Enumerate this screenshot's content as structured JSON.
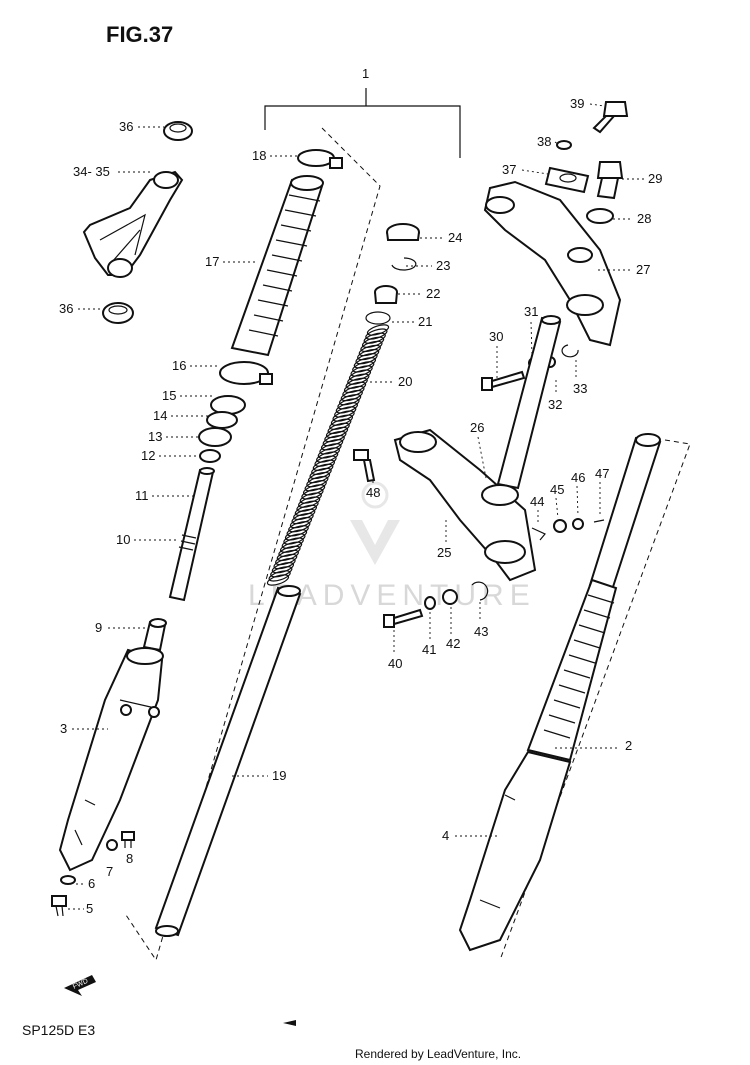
{
  "figure": {
    "title": "FIG.37",
    "model_code": "SP125D E3",
    "credit": "Rendered by LeadVenture, Inc.",
    "watermark": "LEADVENTURE"
  },
  "callouts": [
    {
      "id": "c1",
      "text": "1"
    },
    {
      "id": "c2",
      "text": "2"
    },
    {
      "id": "c3",
      "text": "3"
    },
    {
      "id": "c4",
      "text": "4"
    },
    {
      "id": "c5",
      "text": "5"
    },
    {
      "id": "c6",
      "text": "6"
    },
    {
      "id": "c7",
      "text": "7"
    },
    {
      "id": "c8",
      "text": "8"
    },
    {
      "id": "c9",
      "text": "9"
    },
    {
      "id": "c10",
      "text": "10"
    },
    {
      "id": "c11",
      "text": "11"
    },
    {
      "id": "c12",
      "text": "12"
    },
    {
      "id": "c13",
      "text": "13"
    },
    {
      "id": "c14",
      "text": "14"
    },
    {
      "id": "c15",
      "text": "15"
    },
    {
      "id": "c16",
      "text": "16"
    },
    {
      "id": "c17",
      "text": "17"
    },
    {
      "id": "c18",
      "text": "18"
    },
    {
      "id": "c19",
      "text": "19"
    },
    {
      "id": "c20",
      "text": "20"
    },
    {
      "id": "c21",
      "text": "21"
    },
    {
      "id": "c22",
      "text": "22"
    },
    {
      "id": "c23",
      "text": "23"
    },
    {
      "id": "c24",
      "text": "24"
    },
    {
      "id": "c25",
      "text": "25"
    },
    {
      "id": "c26",
      "text": "26"
    },
    {
      "id": "c27",
      "text": "27"
    },
    {
      "id": "c28",
      "text": "28"
    },
    {
      "id": "c29",
      "text": "29"
    },
    {
      "id": "c30",
      "text": "30"
    },
    {
      "id": "c31",
      "text": "31"
    },
    {
      "id": "c32",
      "text": "32"
    },
    {
      "id": "c33",
      "text": "33"
    },
    {
      "id": "c3435",
      "text": "34- 35"
    },
    {
      "id": "c36a",
      "text": "36"
    },
    {
      "id": "c36b",
      "text": "36"
    },
    {
      "id": "c37",
      "text": "37"
    },
    {
      "id": "c38",
      "text": "38"
    },
    {
      "id": "c39",
      "text": "39"
    },
    {
      "id": "c40",
      "text": "40"
    },
    {
      "id": "c41",
      "text": "41"
    },
    {
      "id": "c42",
      "text": "42"
    },
    {
      "id": "c43",
      "text": "43"
    },
    {
      "id": "c44",
      "text": "44"
    },
    {
      "id": "c45",
      "text": "45"
    },
    {
      "id": "c46",
      "text": "46"
    },
    {
      "id": "c47",
      "text": "47"
    },
    {
      "id": "c48",
      "text": "48"
    }
  ],
  "icons": {
    "front_arrow": "fwd-arrow-icon",
    "watermark_logo": "leadventure-logo-icon"
  }
}
